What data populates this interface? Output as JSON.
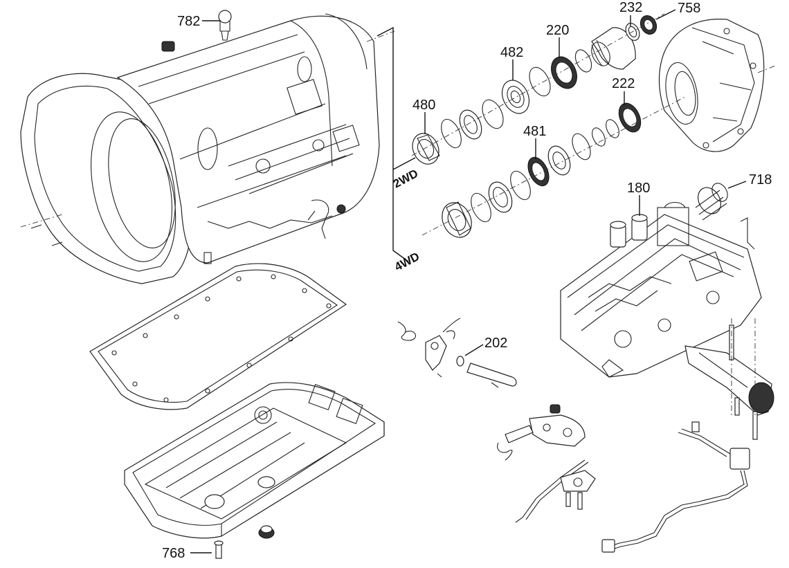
{
  "callouts": [
    {
      "id": "782",
      "text": "782"
    },
    {
      "id": "232",
      "text": "232"
    },
    {
      "id": "758",
      "text": "758"
    },
    {
      "id": "220",
      "text": "220"
    },
    {
      "id": "482",
      "text": "482"
    },
    {
      "id": "222",
      "text": "222"
    },
    {
      "id": "480",
      "text": "480"
    },
    {
      "id": "481",
      "text": "481"
    },
    {
      "id": "180",
      "text": "180"
    },
    {
      "id": "718",
      "text": "718"
    },
    {
      "id": "202",
      "text": "202"
    },
    {
      "id": "768",
      "text": "768"
    }
  ],
  "variants": {
    "two_wd": "2WD",
    "four_wd": "4WD"
  }
}
